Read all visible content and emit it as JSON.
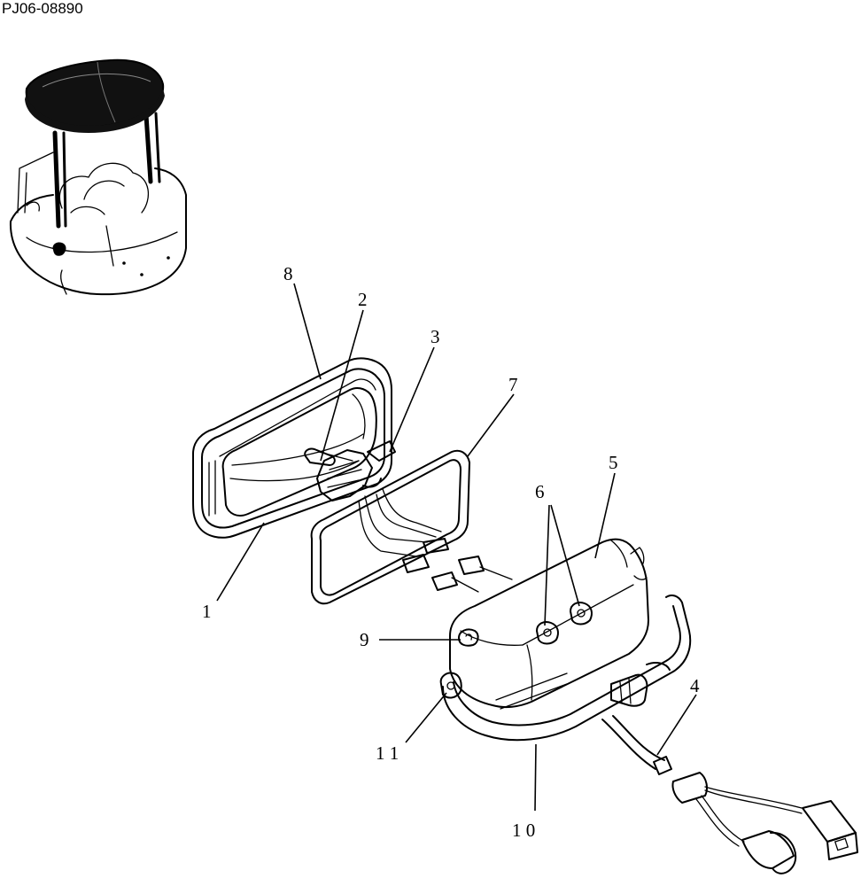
{
  "drawing": {
    "code": "PJ06-08890"
  },
  "callouts": [
    {
      "id": "1",
      "text": "1"
    },
    {
      "id": "2",
      "text": "2"
    },
    {
      "id": "3",
      "text": "3"
    },
    {
      "id": "4",
      "text": "4"
    },
    {
      "id": "5",
      "text": "5"
    },
    {
      "id": "6",
      "text": "6"
    },
    {
      "id": "7",
      "text": "7"
    },
    {
      "id": "8",
      "text": "8"
    },
    {
      "id": "9",
      "text": "9"
    },
    {
      "id": "10",
      "text": "1 0"
    },
    {
      "id": "11",
      "text": "1 1"
    }
  ]
}
